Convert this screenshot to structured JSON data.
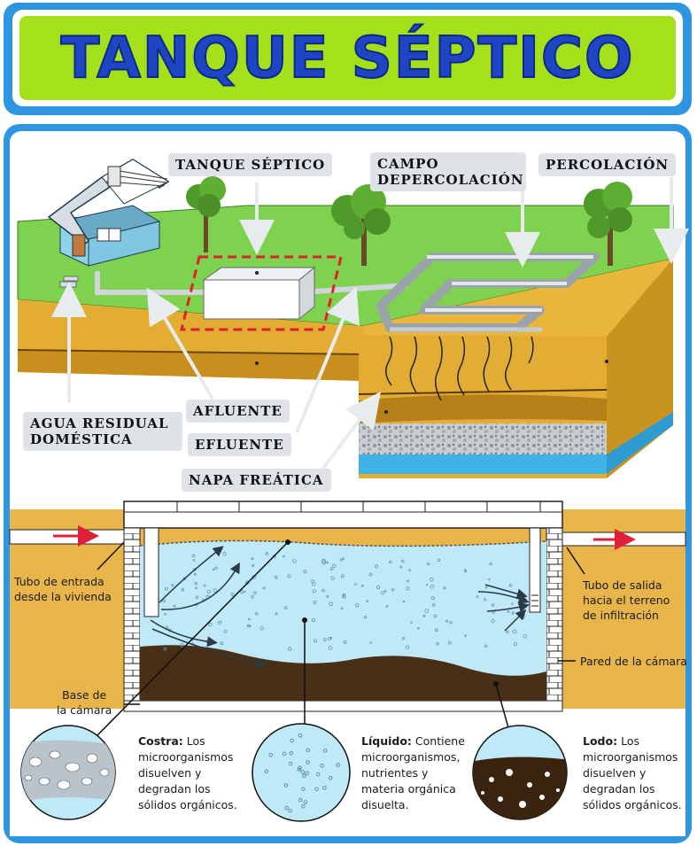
{
  "title": "TANQUE SÉPTICO",
  "top_labels": {
    "tanque": "TANQUE SÉPTICO",
    "campo_line1": "CAMPO",
    "campo_line2": "DEPERCOLACIÓN",
    "percolacion": "PERCOLACIÓN",
    "agua_line1": "AGUA RESIDUAL",
    "agua_line2": "DOMÉSTICA",
    "afluente": "AFLUENTE",
    "efluente": "EFLUENTE",
    "napa": "NAPA FREÁTICA"
  },
  "section_notes": {
    "tubo_entrada_line1": "Tubo de entrada",
    "tubo_entrada_line2": "desde la vivienda",
    "tubo_salida_line1": "Tubo de salida",
    "tubo_salida_line2": "hacia el terreno",
    "tubo_salida_line3": "de infiltración",
    "pared": "Pared de la cámara",
    "base_line1": "Base de",
    "base_line2": "la cámara"
  },
  "details": {
    "costra_title": "Costra:",
    "costra_text_line1": "Los",
    "costra_text_line2": "microorganismos",
    "costra_text_line3": "disuelven y",
    "costra_text_line4": "degradan los",
    "costra_text_line5": "sólidos orgánicos.",
    "liquido_title": "Líquido:",
    "liquido_text_line1": "Contiene",
    "liquido_text_line2": "microorganismos,",
    "liquido_text_line3": "nutrientes y",
    "liquido_text_line4": "materia orgánica",
    "liquido_text_line5": "disuelta.",
    "lodo_title": "Lodo:",
    "lodo_text_line1": "Los",
    "lodo_text_line2": "microorganismos",
    "lodo_text_line3": "disuelven y",
    "lodo_text_line4": "degradan los",
    "lodo_text_line5": "sólidos orgánicos."
  },
  "colors": {
    "frame": "#2e95e0",
    "title_bg": "#a4e11b",
    "title_text": "#1e45c4",
    "grass": "#7fd24f",
    "soil": "#e2ad32",
    "water": "#bfe9f6",
    "sludge": "#4a2f17",
    "arrow_red": "#e0203a"
  }
}
